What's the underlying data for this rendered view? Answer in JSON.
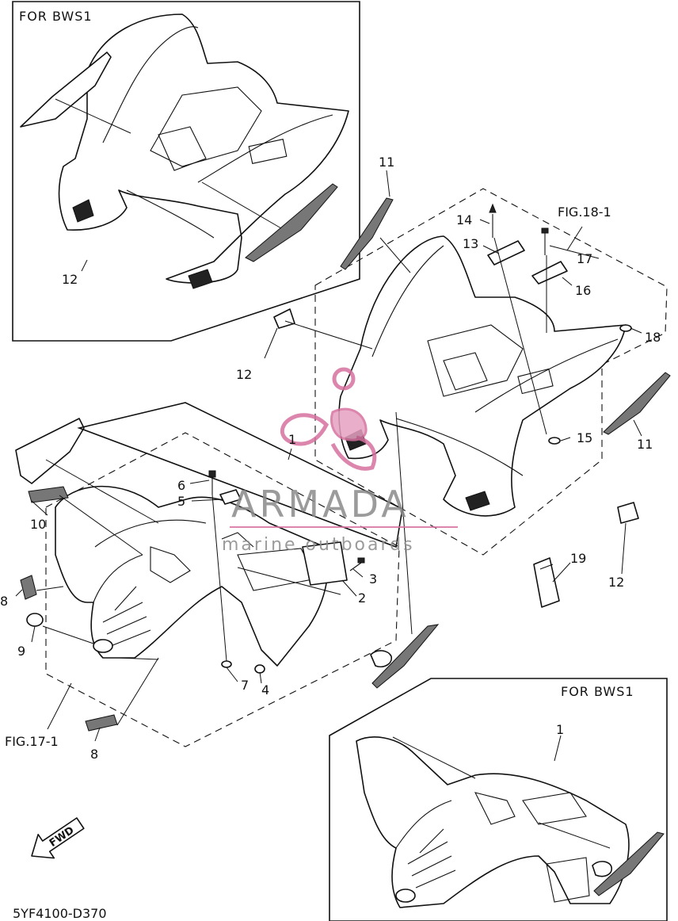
{
  "diagram": {
    "code": "5YF4100-D370",
    "watermark": {
      "brand": "ARMADA",
      "tagline": "marine outboards"
    },
    "insets": [
      {
        "caption": "FOR  BWS1"
      },
      {
        "caption": "FOR  BWS1"
      }
    ],
    "fig_refs": [
      "FIG.18-1",
      "FIG.17-1"
    ],
    "fwd_arrow": "FWD",
    "callouts": {
      "c1a": "1",
      "c1b": "1",
      "c2": "2",
      "c3": "3",
      "c4": "4",
      "c5": "5",
      "c6": "6",
      "c7": "7",
      "c8a": "8",
      "c8b": "8",
      "c9": "9",
      "c10": "10",
      "c11a": "11",
      "c11b": "11",
      "c12a": "12",
      "c12b": "12",
      "c12c": "12",
      "c13": "13",
      "c14": "14",
      "c15": "15",
      "c16": "16",
      "c17": "17",
      "c18": "18",
      "c19": "19"
    }
  }
}
